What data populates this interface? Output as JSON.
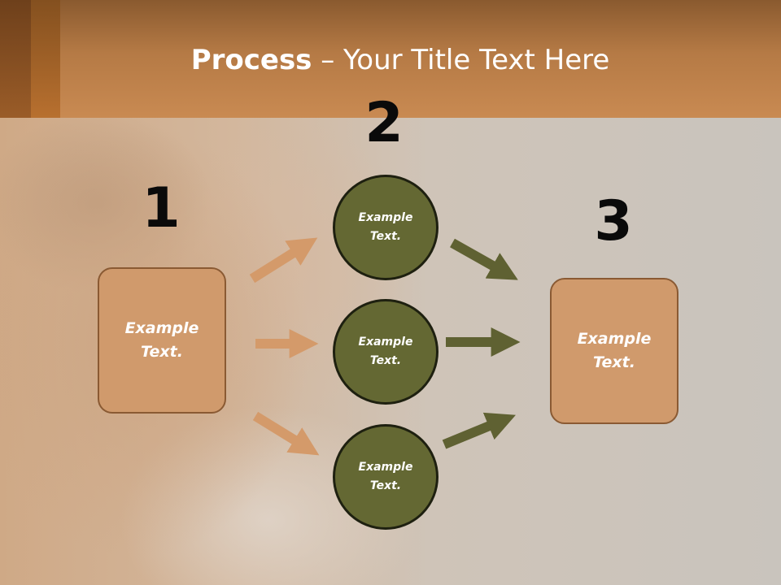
{
  "title": {
    "bold": "Process",
    "rest": " – Your Title Text Here"
  },
  "steps": [
    {
      "number": "1",
      "label": "Example\nText."
    },
    {
      "number": "2",
      "labels": [
        "Example\nText.",
        "Example\nText.",
        "Example\nText."
      ]
    },
    {
      "number": "3",
      "label": "Example\nText."
    }
  ],
  "colors": {
    "box_fill": "#d09a6c",
    "circle_fill": "#646833",
    "left_arrow": "#d49a6a",
    "right_arrow": "#5f6132",
    "header": "#c98a52"
  }
}
